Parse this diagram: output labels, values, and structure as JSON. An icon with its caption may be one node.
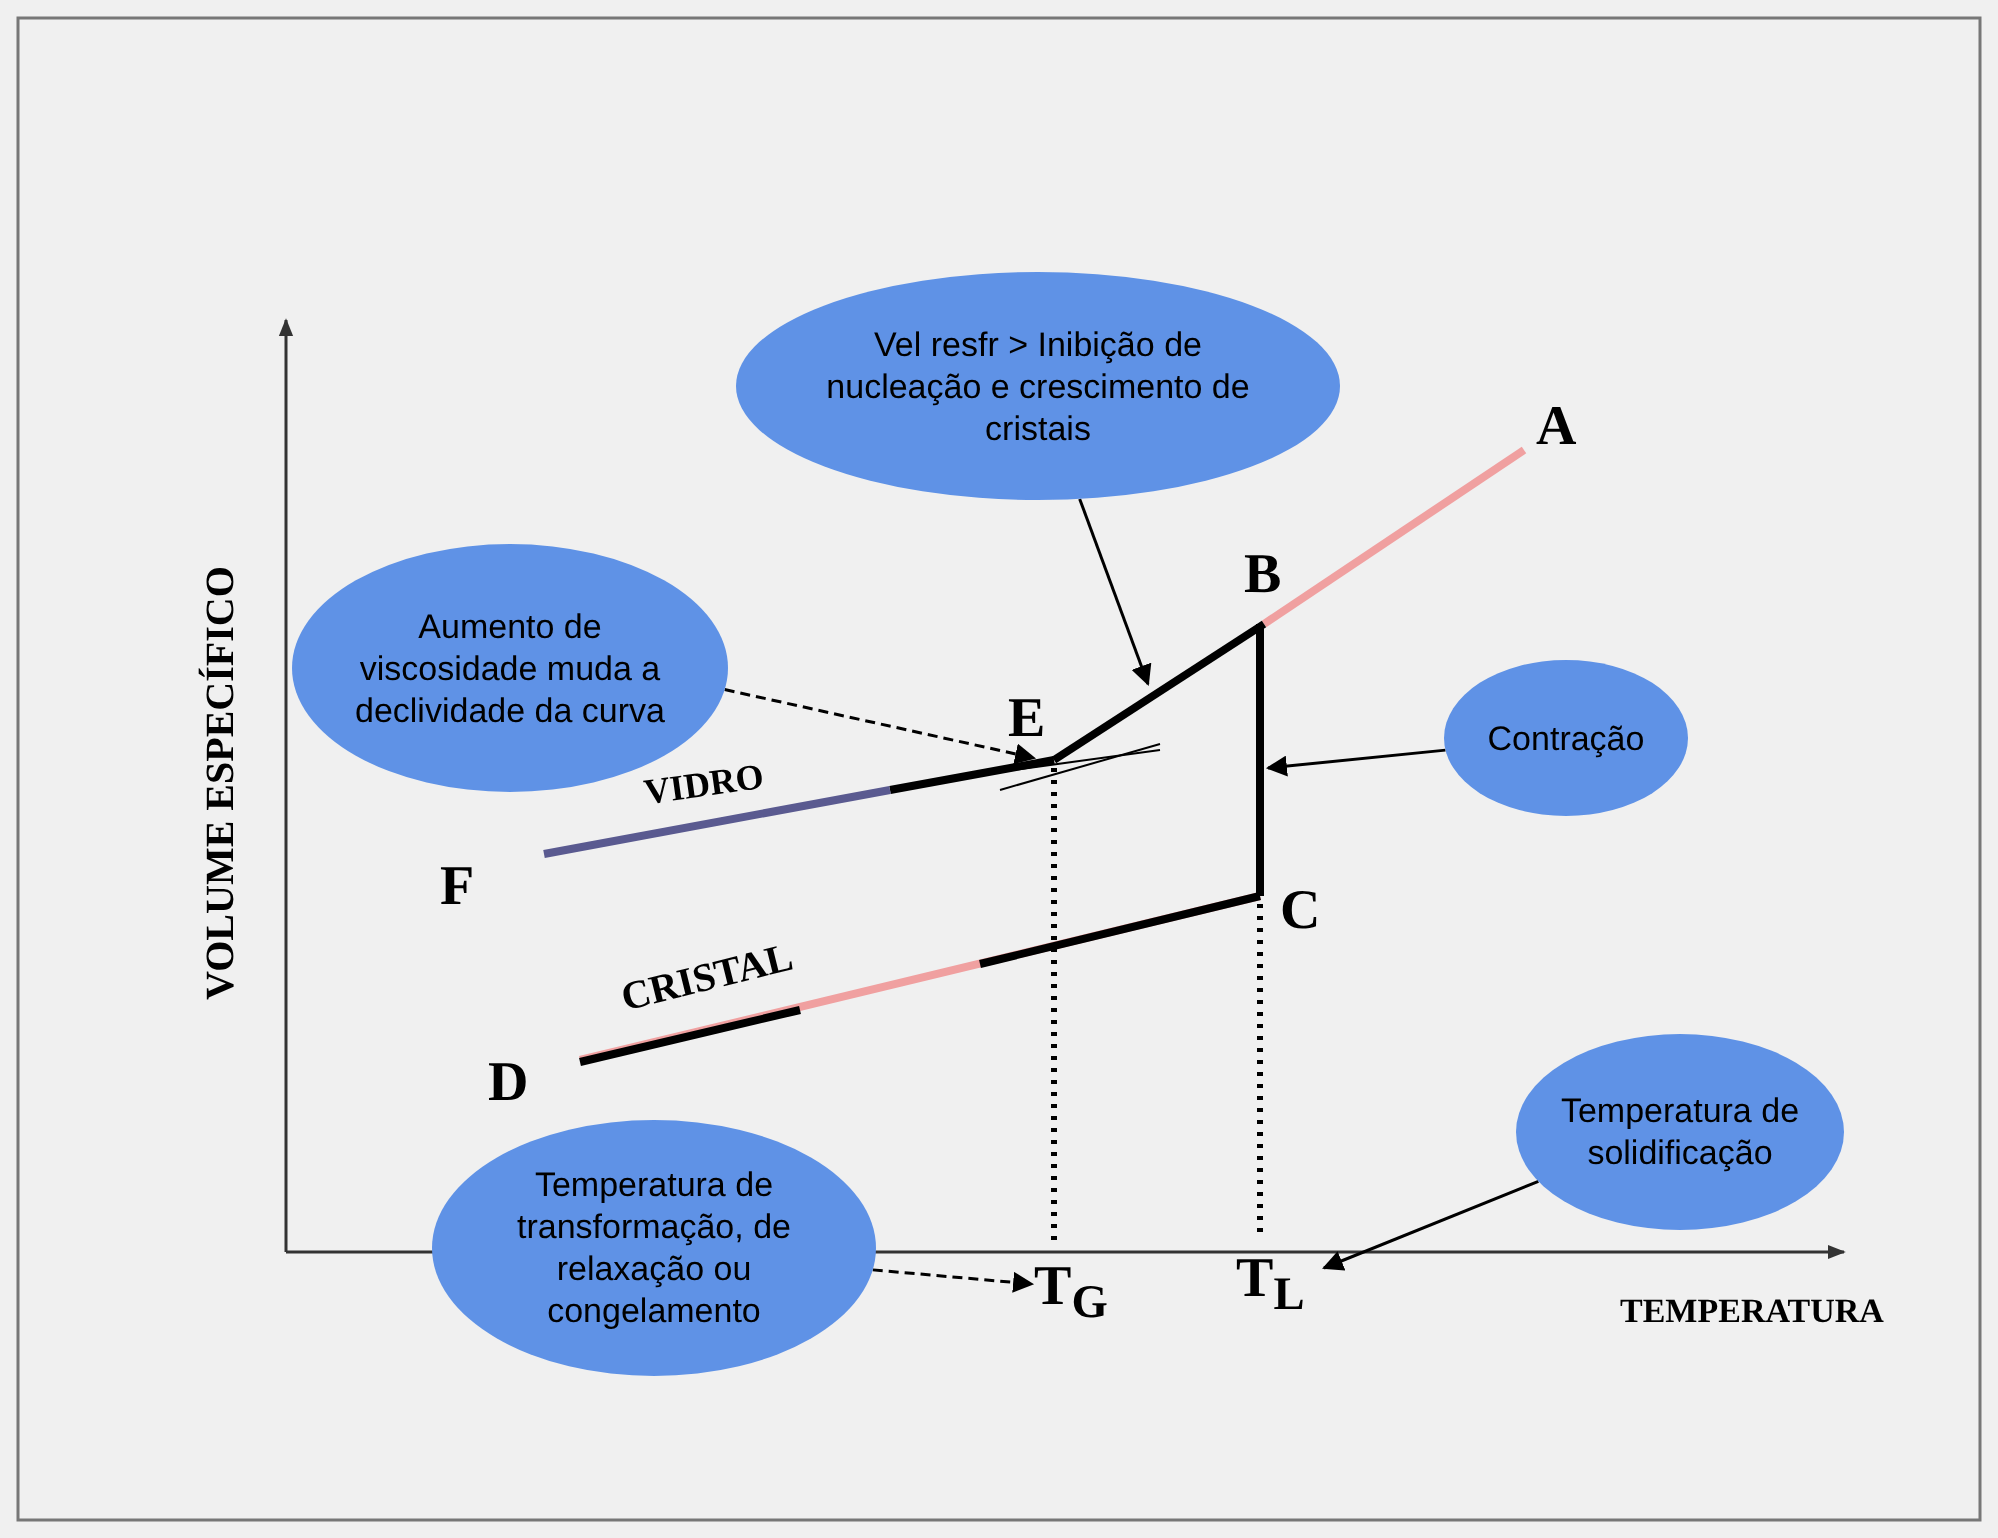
{
  "diagram": {
    "nodes": [
      {
        "text": [
          "Vel resfr > Inibição de nucleação e crescimento de cristais"
        ]
      },
      {
        "text": [
          "Aumento de viscosidade muda a declividade da curva"
        ]
      },
      {
        "text": [
          "Contração"
        ]
      },
      {
        "text": [
          "Temperatura de transformação, de relaxação ou congelamento"
        ]
      },
      {
        "text": [
          "Temperatura de solidificação"
        ]
      },
      {
        "text": [
          "E"
        ]
      },
      {
        "text": [
          "T$_{G}$"
        ]
      },
      {
        "text": [
          "T$_{L}$"
        ]
      },
      {
        "text": [],
        "shape": "line"
      },
      {
        "text": [],
        "shape": "line"
      }
    ],
    "edges": [
      {
        "from": 0,
        "to": 8,
        "arrow": "to"
      },
      {
        "from": 1,
        "to": 5,
        "arrow": "to",
        "style": "dashed"
      },
      {
        "from": 2,
        "to": 9,
        "arrow": "to"
      },
      {
        "from": 3,
        "to": 6,
        "arrow": "to",
        "style": "dashed"
      },
      {
        "from": 4,
        "to": 7,
        "arrow": "to"
      },
      {
        "from": 8,
        "to": 6,
        "arrow": "none",
        "style": "dashed"
      },
      {
        "from": 9,
        "to": 7,
        "arrow": "none",
        "style": "dashed"
      }
    ],
    "labels": [
      "A",
      "B",
      "VOLUME ESPECÍFICO",
      "VIDRO",
      "F",
      "C",
      "CRISTAL",
      "D",
      "TEMPERATURA"
    ]
  }
}
